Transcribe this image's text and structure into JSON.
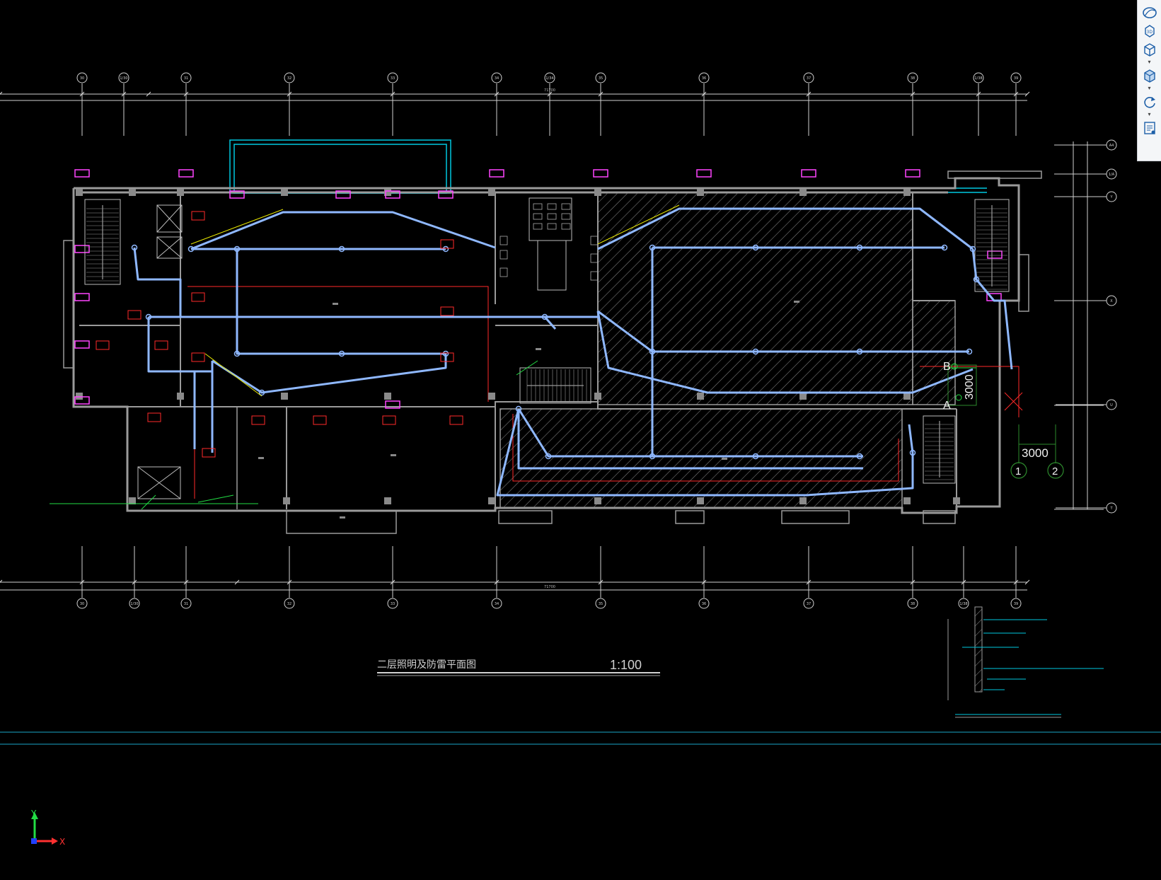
{
  "drawing": {
    "title": "二层照明及防雷平面图",
    "scale": "1:100",
    "grid_axes_top": [
      "30",
      "1/30",
      "31",
      "32",
      "33",
      "34",
      "1/34",
      "35",
      "36",
      "37",
      "38",
      "1/38",
      "39"
    ],
    "grid_axes_bottom": [
      "30",
      "1/30",
      "31",
      "32",
      "33",
      "34",
      "35",
      "36",
      "37",
      "38",
      "1/38",
      "39"
    ],
    "grid_axes_right": [
      "A4",
      "1/A",
      "Y",
      "X",
      "U",
      "T"
    ],
    "top_total_dim": "71700",
    "bottom_total_dim": "71700",
    "overlay_labels": {
      "point_b": "B",
      "point_a": "A",
      "dim_vertical": "3000",
      "dim_horizontal": "3000",
      "axis_1": "1",
      "axis_2": "2"
    }
  },
  "toolbar": {
    "icons": [
      "orbit-icon",
      "3d-view-icon",
      "cube-icon",
      "cube-shaded-icon",
      "refresh-icon",
      "properties-icon"
    ]
  },
  "ucs": {
    "x_label": "X",
    "y_label": "Y"
  },
  "colors": {
    "background": "#000000",
    "wall": "#9a9a9a",
    "wire": "#8fb8ff",
    "grid_line": "#d8d8d8",
    "hatch": "#8a8a8a",
    "equipment_red": "#ff2a2a",
    "magenta": "#ff44ff",
    "cyan_frame": "#00c8e0",
    "green": "#22dd44",
    "accent_yellow": "#e8e800"
  }
}
